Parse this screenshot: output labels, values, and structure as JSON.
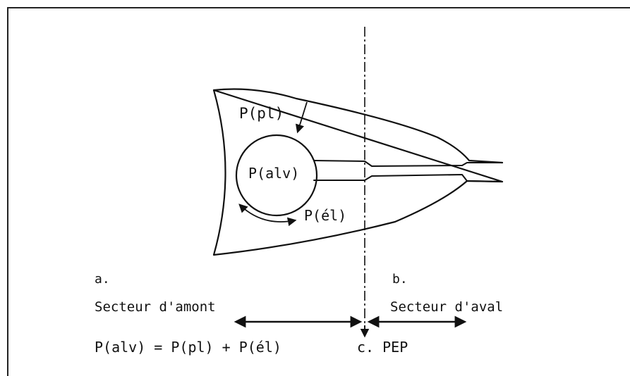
{
  "labels": {
    "p_pl": "P(pl)",
    "p_alv": "P(alv)",
    "p_el": "P(él)",
    "a": "a.",
    "b": "b.",
    "secteur_amont": "Secteur d'amont",
    "secteur_aval": "Secteur d'aval",
    "equation": "P(alv) = P(pl) + P(él)",
    "c_pep": "c. PEP"
  },
  "colors": {
    "ink": "#111111",
    "background": "#ffffff"
  }
}
